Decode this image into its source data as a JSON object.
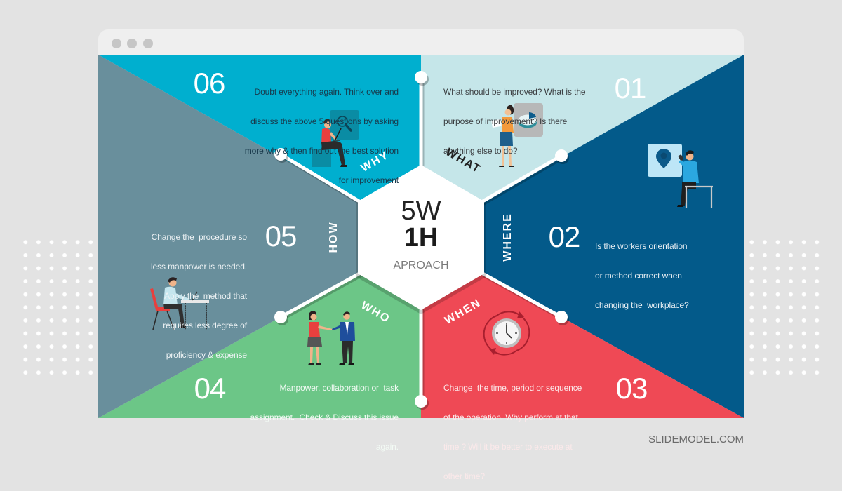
{
  "window": {
    "controls": [
      "window-dot-icon",
      "window-dot-icon",
      "window-dot-icon"
    ]
  },
  "center": {
    "line1": "5W",
    "line2": "1H",
    "line3": "APROACH"
  },
  "sections": [
    {
      "number": "01",
      "label": "WHAT",
      "color": "#C5E6E9",
      "icon": "pie-chart-icon",
      "lines": [
        "What should be improved? What is the",
        "purpose of improvement? Is there",
        "anything else to do?"
      ]
    },
    {
      "number": "02",
      "label": "WHERE",
      "color": "#035A8A",
      "icon": "location-pin-icon",
      "lines": [
        "Is the workers orientation",
        "or method correct when",
        "changing the  workplace?"
      ]
    },
    {
      "number": "03",
      "label": "WHEN",
      "color": "#EF4955",
      "icon": "clock-icon",
      "lines": [
        "Change  the time, period or sequence",
        "of the operation. Why perform at that",
        "time ? Will it be better to execute at",
        "other time?"
      ]
    },
    {
      "number": "04",
      "label": "WHO",
      "color": "#6CC687",
      "icon": "handshake-icon",
      "lines": [
        "Manpower, collaboration or  task",
        "assignment.  Check & Discuss this issue",
        "again."
      ]
    },
    {
      "number": "05",
      "label": "HOW",
      "color": "#698F9C",
      "icon": "desk-worker-icon",
      "lines": [
        "Change the  procedure so",
        "less manpower is needed.",
        "Apply the  method that",
        "requires less degree of",
        "proficiency & expense"
      ]
    },
    {
      "number": "06",
      "label": "WHY",
      "color": "#00AFCF",
      "icon": "magnifier-icon",
      "lines": [
        "Doubt everything again. Think over and",
        "discuss the above 5 questions by asking",
        "more why & then find out the best solution",
        "for improvement"
      ]
    }
  ],
  "footer": {
    "brand": "SLIDEMODEL.COM"
  }
}
